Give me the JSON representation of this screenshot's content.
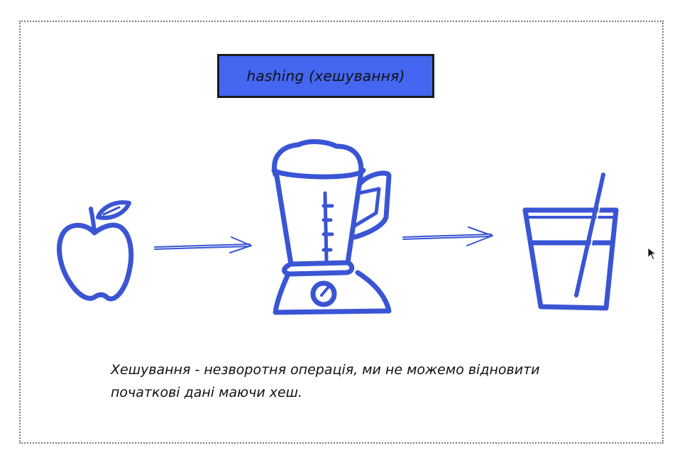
{
  "diagram": {
    "title": "hashing (хешування)",
    "caption": {
      "line1": "Хешування - незворотня операція, ми не можемо відновити",
      "line2": "початкові дані маючи хеш."
    },
    "stroke_color": "#3a55d4",
    "title_fill": "#4466f0",
    "icons": [
      "apple-icon",
      "arrow-right-icon",
      "blender-icon",
      "arrow-right-icon",
      "juice-glass-icon",
      "mouse-cursor-icon"
    ]
  }
}
